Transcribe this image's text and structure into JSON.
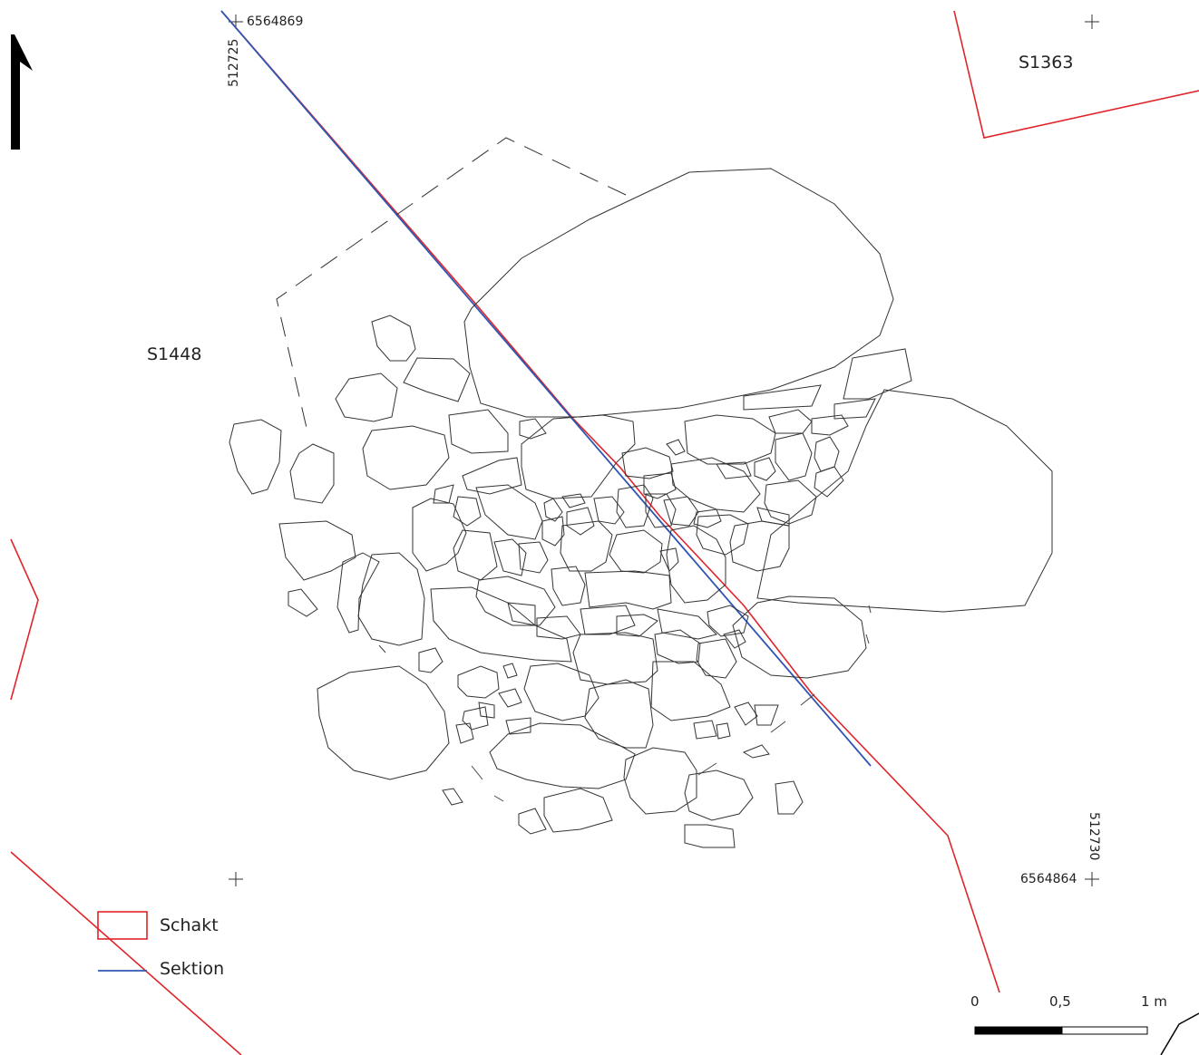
{
  "features": {
    "s1363": "S1363",
    "s1448": "S1448"
  },
  "coordinates": {
    "top_northing": "6564869",
    "top_easting": "512725",
    "bottom_northing": "6564864",
    "bottom_easting": "512730"
  },
  "legend": {
    "schakt": "Schakt",
    "sektion": "Sektion"
  },
  "scale": {
    "zero": "0",
    "half": "0,5",
    "full": "1 m"
  },
  "colors": {
    "schakt": "#e0242a",
    "sektion": "#2f56b3",
    "stone_outline": "#333333",
    "background": "#ffffff"
  },
  "icons": {
    "north_arrow": "north-arrow-icon",
    "grid_cross": "plus-icon"
  }
}
